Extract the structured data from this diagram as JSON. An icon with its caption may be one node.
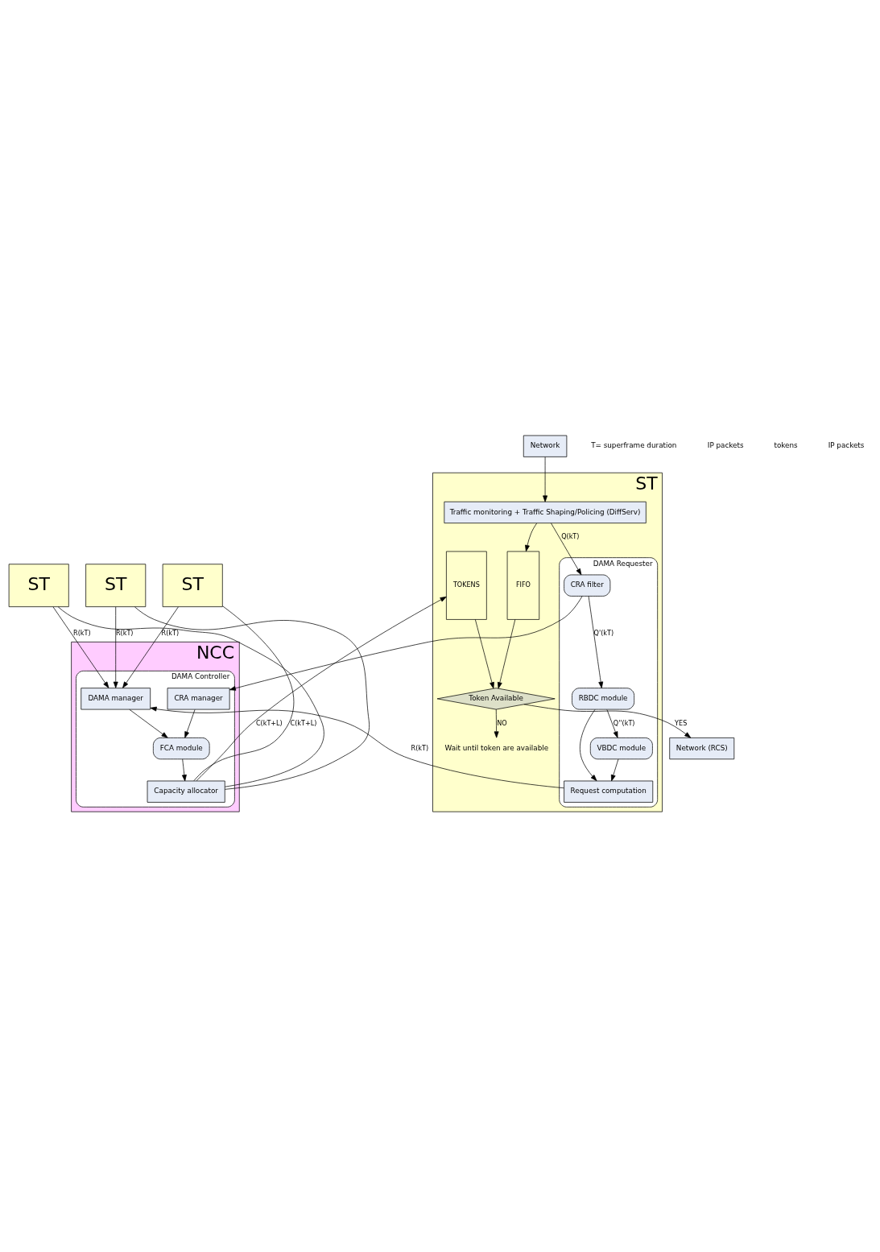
{
  "diagram": {
    "nodes": [
      {
        "text": [
          "ST"
        ]
      },
      {
        "text": [
          "ST"
        ]
      },
      {
        "text": [
          "ST"
        ]
      },
      {
        "text": [
          "NCC"
        ]
      },
      {
        "text": [
          "DAMA Controller"
        ],
        "in": 3
      },
      {
        "text": [
          "DAMA manager"
        ],
        "in": 4
      },
      {
        "text": [
          "CRA manager"
        ],
        "in": 4
      },
      {
        "text": [
          "FCA module"
        ],
        "in": 4
      },
      {
        "text": [
          "Capacity allocator"
        ],
        "in": 4
      },
      {
        "text": [
          "ST"
        ]
      },
      {
        "text": [
          "DAMA Requester"
        ],
        "in": 9
      },
      {
        "text": [
          "Request computation"
        ],
        "in": 10
      },
      {
        "text": [
          "CRA filter"
        ],
        "in": 10
      },
      {
        "text": [
          "RBDC module"
        ],
        "in": 10
      },
      {
        "text": [
          "VBDC module"
        ],
        "in": 10
      },
      {
        "text": [
          "Traffic monitoring + Traffic Shaping/Policing (DiffServ)"
        ],
        "in": 9
      },
      {
        "text": [
          "FIFO"
        ],
        "in": 9
      },
      {
        "text": [
          "TOKENS"
        ],
        "in": 9
      },
      {
        "text": [
          "Token Available"
        ],
        "in": 9
      },
      {
        "text": [
          "Wait until token are available"
        ],
        "in": 9
      },
      {
        "text": [
          "Network"
        ]
      },
      {
        "text": [
          "Network (RCS)"
        ]
      }
    ],
    "edges": [
      {
        "from": 0,
        "to": 5,
        "arrow": "to",
        "label": "R(kT)"
      },
      {
        "from": 1,
        "to": 5,
        "arrow": "to",
        "label": "R(kT)"
      },
      {
        "from": 2,
        "to": 5,
        "arrow": "to",
        "label": "R(kT)"
      },
      {
        "from": 8,
        "to": 0,
        "arrow": "none",
        "label": "C(kT+L)"
      },
      {
        "from": 8,
        "to": 1,
        "arrow": "none"
      },
      {
        "from": 8,
        "to": 2,
        "arrow": "none"
      },
      {
        "from": 5,
        "to": 7,
        "arrow": "to"
      },
      {
        "from": 6,
        "to": 7,
        "arrow": "to"
      },
      {
        "from": 7,
        "to": 8,
        "arrow": "to"
      },
      {
        "from": 11,
        "to": 5,
        "arrow": "to",
        "label": "R(kT)"
      },
      {
        "from": 12,
        "to": 6,
        "arrow": "to"
      },
      {
        "from": 12,
        "to": 13,
        "arrow": "to",
        "label": "Q'(kT)"
      },
      {
        "from": 13,
        "to": 14,
        "arrow": "to",
        "label": "Q''(kT)"
      },
      {
        "from": 13,
        "to": 11,
        "arrow": "to"
      },
      {
        "from": 14,
        "to": 11,
        "arrow": "to"
      },
      {
        "from": 15,
        "to": 12,
        "arrow": "to",
        "label": "Q(kT)"
      },
      {
        "from": 20,
        "to": 15,
        "arrow": "to"
      },
      {
        "from": 15,
        "to": 16,
        "arrow": "to"
      },
      {
        "from": 8,
        "to": 17,
        "arrow": "to",
        "label": "C(kT+L)"
      },
      {
        "from": 16,
        "to": 18,
        "arrow": "to"
      },
      {
        "from": 17,
        "to": 18,
        "arrow": "to"
      },
      {
        "from": 18,
        "to": 19,
        "arrow": "to",
        "label": "NO"
      },
      {
        "from": 18,
        "to": 21,
        "arrow": "to",
        "label": "YES"
      }
    ],
    "labels": [
      "T= superframe duration",
      "IP packets",
      "tokens",
      "IP packets"
    ]
  }
}
